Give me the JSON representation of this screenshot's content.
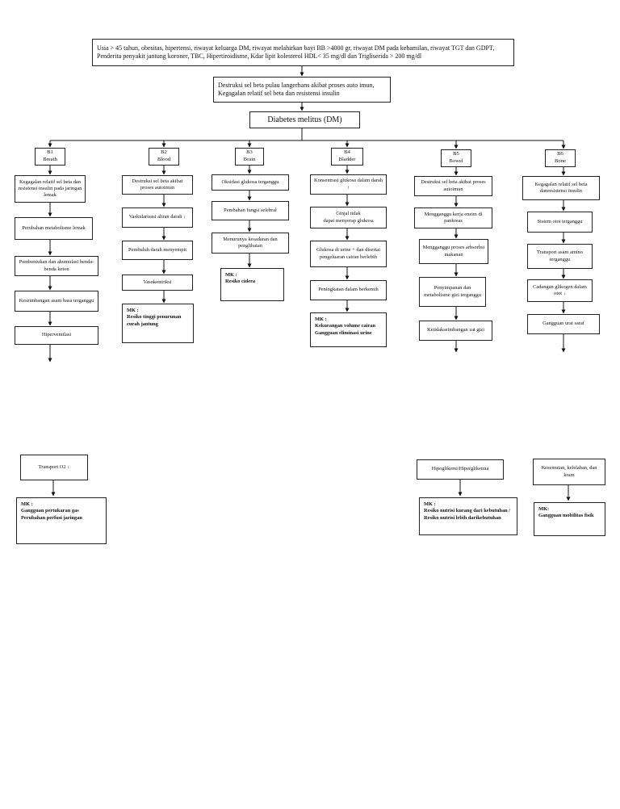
{
  "top_box": "Usia > 45 tahun, obesitas,  hipertensi, riwayat keluarga DM, riwayat melahirkan bayi BB >4000 gr, riwayat DM pada kehamilan, riwayat TGT dan GDPT,\nPenderita penyakit jantung koroner, TBC, Hipertiroidisme, Kdar lipit kolesterol HDL< 35 mg/dl dan Trigliserida > 200 mg/dl",
  "cause_box": "Destruksi sel beta pulau langerhans akibat proses auto imun,\nKegagalan relatif sel beta dan  resistensi insulin",
  "dm_box": "Diabetes melitus (DM)",
  "b1": {
    "header": "B1\nBreath",
    "items": [
      "Kegagalan relatif sel beta dan resistensi insulin pada jaringan lemak",
      "Perubahan metabolisme lemak",
      "Pembentukan dan akumulasi benda-benda keton",
      "Keseimbangan asam basa terganggu",
      "Hiperventilasi"
    ],
    "continued": "Transport O2 ↓",
    "mk": "MK :\nGangguan pertukaran gas\nPerubahan perfusi jaringan"
  },
  "b2": {
    "header": "B2\nBlood",
    "items": [
      "Destruksi sel beta akibat proses autoimun",
      "Vaskularisasi aliran darah ↓",
      "Pembuluh darah menyempit",
      "Vasokontriksi"
    ],
    "mk": "MK :\nResiko tinggi penurunan curah jantung"
  },
  "b3": {
    "header": "B3\nBrain",
    "items": [
      "Oksidasi glukosa terganggu",
      "Pembahan fungsi selebral",
      "Menurunya kesadaran dan penglihatan"
    ],
    "mk": "MK :\nResiko cidera"
  },
  "b4": {
    "header": "B4\nBladder",
    "items": [
      "Konsentrasi glukosa dalam darah ↑",
      "Ginjal tidak\ndapat menyerap glukosa",
      "Glukosa di urine + dan disertai pengeluaran cairan berlebih",
      "Peningkatan dalam berkemih"
    ],
    "mk": "MK :\nKekurangan volume cairan Gangguan eliminasi urine"
  },
  "b5": {
    "header": "B5\nBowel",
    "items": [
      "Destruksi sel beta akibat proses autoimun",
      "Mengganggu kerja enzim di pankreas",
      "Mengganggu proses arbsorbsi makanan",
      "Penyimpanan dan metabolisme gizi terganggu",
      "Ketidakseimbangan zat gizi"
    ],
    "continued": "Hipoglikemi/Hiperglikemia",
    "mk": "MK :\nResiko nutrisi kurang dari kebutuhan / Resiko nutrisi lebih darikebutuhan"
  },
  "b6": {
    "header": "B6\nBone",
    "items": [
      "Kegagalan relatif sel beta danresistensi insulin",
      "Sistem otot terganggu",
      "Transport asam amino terganggu",
      "Cadangan glikogen dalam otot ↓",
      "Gangguan urat saraf"
    ],
    "continued": "Kesemutan, kelelahan, dan kram",
    "mk": "MK:\nGangguan mobilitas fisik"
  }
}
